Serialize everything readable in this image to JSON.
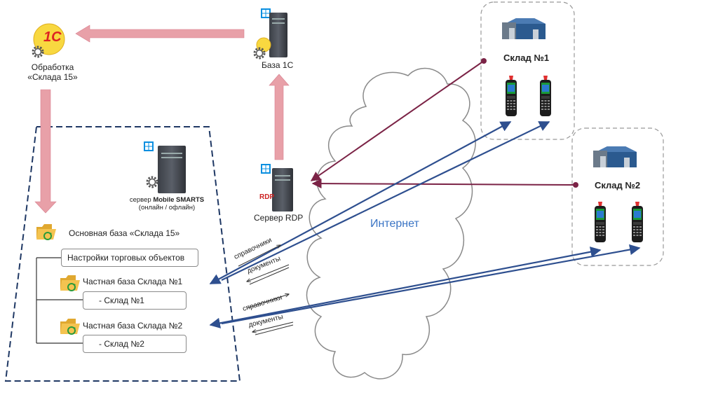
{
  "onec": {
    "logo_text": "1C",
    "caption_line1": "Обработка",
    "caption_line2": "«Склада 15»"
  },
  "base1c": {
    "label": "База 1С"
  },
  "rdp": {
    "badge": "RDP",
    "label": "Сервер RDP"
  },
  "ms_server": {
    "caption_line1_prefix": "сервер ",
    "caption_line1_brand": "Mobile SMARTS",
    "caption_line2": "(онлайн / офлайн)"
  },
  "tree": {
    "main_base": "Основная база «Склада 15»",
    "settings": "Настройки торговых объектов",
    "private1": "Частная база Склада №1",
    "store1": "-     Склад №1",
    "private2": "Частная база Склада №2",
    "store2": "-     Склад №2"
  },
  "internet": {
    "label": "Интернет"
  },
  "warehouse1": {
    "label": "Склад №1"
  },
  "warehouse2": {
    "label": "Склад №2"
  },
  "flows": {
    "ref1": "справочники",
    "docs1": "документы",
    "ref2": "справочники",
    "docs2": "документы"
  },
  "colors": {
    "pink_arrow": "#e8a0a8",
    "maroon": "#7b2346",
    "blue": "#2e4f8f",
    "dash": "#1f3864",
    "cloud": "#8a8a8a",
    "orange": "#f08a00"
  }
}
